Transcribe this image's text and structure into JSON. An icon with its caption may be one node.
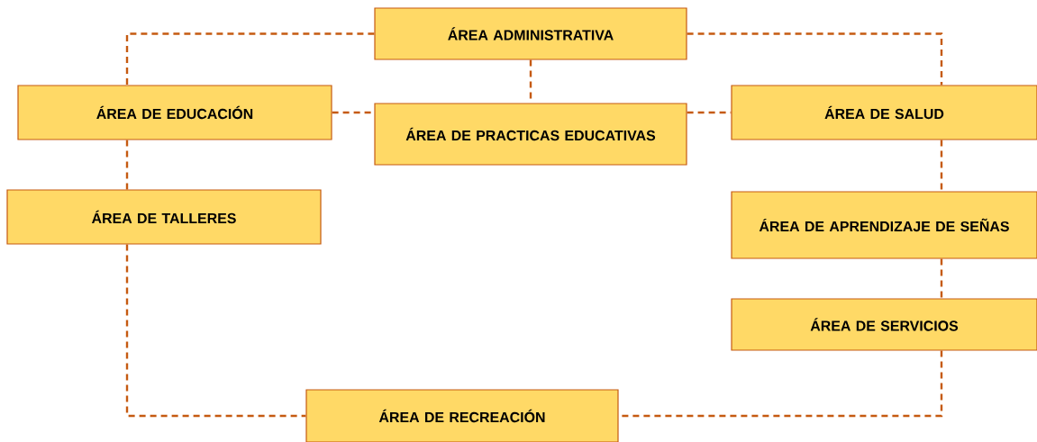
{
  "diagram": {
    "nodes": [
      {
        "text": [
          "ÁREA ADMINISTRATIVA"
        ]
      },
      {
        "text": [
          "ÁREA DE EDUCACIÓN"
        ]
      },
      {
        "text": [
          "ÁREA DE PRACTICAS EDUCATIVAS"
        ]
      },
      {
        "text": [
          "ÁREA DE SALUD"
        ]
      },
      {
        "text": [
          "ÁREA DE TALLERES"
        ]
      },
      {
        "text": [
          "ÁREA DE APRENDIZAJE DE SEÑAS"
        ]
      },
      {
        "text": [
          "ÁREA DE SERVICIOS"
        ]
      },
      {
        "text": [
          "ÁREA DE RECREACIÓN"
        ]
      }
    ],
    "edges": [
      {
        "from": 0,
        "to": 1,
        "arrow": "none",
        "style": "dashed"
      },
      {
        "from": 0,
        "to": 3,
        "arrow": "none",
        "style": "dashed"
      },
      {
        "from": 0,
        "to": 2,
        "arrow": "none",
        "style": "dashed"
      },
      {
        "from": 1,
        "to": 2,
        "arrow": "none",
        "style": "dashed"
      },
      {
        "from": 2,
        "to": 3,
        "arrow": "none",
        "style": "dashed"
      },
      {
        "from": 1,
        "to": 4,
        "arrow": "none",
        "style": "dashed"
      },
      {
        "from": 3,
        "to": 5,
        "arrow": "none",
        "style": "dashed"
      },
      {
        "from": 5,
        "to": 6,
        "arrow": "none",
        "style": "dashed"
      },
      {
        "from": 4,
        "to": 7,
        "arrow": "none",
        "style": "dashed"
      },
      {
        "from": 6,
        "to": 7,
        "arrow": "none",
        "style": "dashed"
      }
    ]
  }
}
